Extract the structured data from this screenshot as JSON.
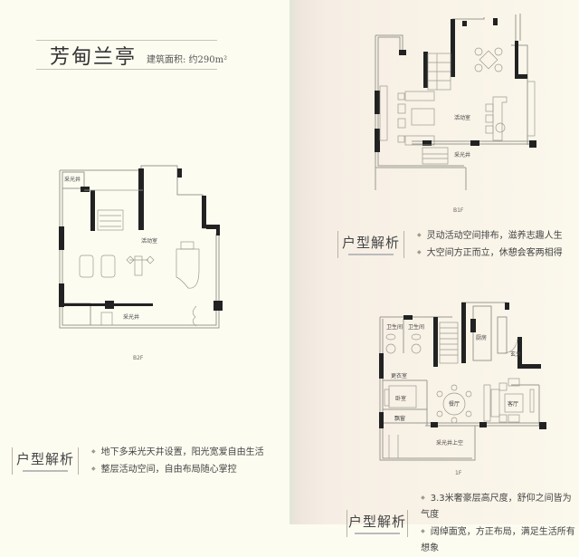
{
  "left_page": {
    "title": "芳甸兰亭",
    "area": "建筑面积: 约290m²",
    "floor_plan": {
      "floor_label": "B2F",
      "rooms": [
        {
          "name": "采光井",
          "position": "top-left"
        },
        {
          "name": "活动室",
          "position": "center"
        },
        {
          "name": "采光井",
          "position": "bottom"
        }
      ]
    },
    "analysis": {
      "heading": "户型解析",
      "points": [
        "地下多采光天井设置，阳光宽爱自由生活",
        "整层活动空间，自由布局随心掌控"
      ]
    }
  },
  "right_page": {
    "top_plan": {
      "floor_label": "B1F",
      "rooms": [
        {
          "name": "活动室",
          "position": "center"
        },
        {
          "name": "采光井",
          "position": "bottom"
        }
      ]
    },
    "top_analysis": {
      "heading": "户型解析",
      "points": [
        "灵动活动空间排布，滋养志趣人生",
        "大空间方正而立，休憩会客两相得"
      ]
    },
    "bottom_plan": {
      "floor_label": "1F",
      "rooms": [
        {
          "name": "卫生间",
          "position": "top-left-1"
        },
        {
          "name": "卫生间",
          "position": "top-left-2"
        },
        {
          "name": "厨房",
          "position": "top-center"
        },
        {
          "name": "玄关",
          "position": "top-right"
        },
        {
          "name": "更衣室",
          "position": "left"
        },
        {
          "name": "卧室",
          "position": "left-middle"
        },
        {
          "name": "餐厅",
          "position": "center"
        },
        {
          "name": "客厅",
          "position": "right"
        },
        {
          "name": "飘窗",
          "position": "bottom-left"
        },
        {
          "name": "采光井上空",
          "position": "bottom"
        }
      ]
    },
    "bottom_analysis": {
      "heading": "户型解析",
      "points": [
        "3.3米奢豪层高尺度，舒仰之间皆为气度",
        "阔绰面宽，方正布局，满足生活所有想象"
      ]
    }
  },
  "colors": {
    "paper_left": "#fdfcf1",
    "paper_right": "#f8f1e6",
    "wall": "#222222",
    "line": "#8a8a80"
  }
}
